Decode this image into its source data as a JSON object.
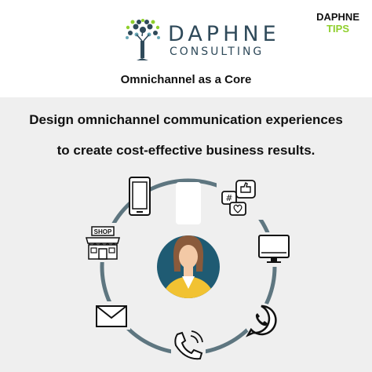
{
  "brand": {
    "name": "DAPHNE",
    "subtitle": "CONSULTING",
    "tips_line1": "DAPHNE",
    "tips_line2": "TIPS"
  },
  "title": "Omnichannel as a Core",
  "message": {
    "line1": "Design omnichannel communication experiences",
    "line2": "to create cost-effective business results."
  },
  "icons": {
    "shop_sign": "SHOP",
    "channels": [
      "mobile-phone-icon",
      "social-media-icon",
      "computer-icon",
      "whatsapp-icon",
      "telephone-icon",
      "email-icon",
      "shop-icon"
    ],
    "center": "customer-avatar"
  },
  "colors": {
    "brand": "#2f4a5a",
    "tips_accent": "#8fcf2c",
    "ring": "#5e7680",
    "avatar_bg": "#1f5b73",
    "panel_bg": "#efefef"
  }
}
